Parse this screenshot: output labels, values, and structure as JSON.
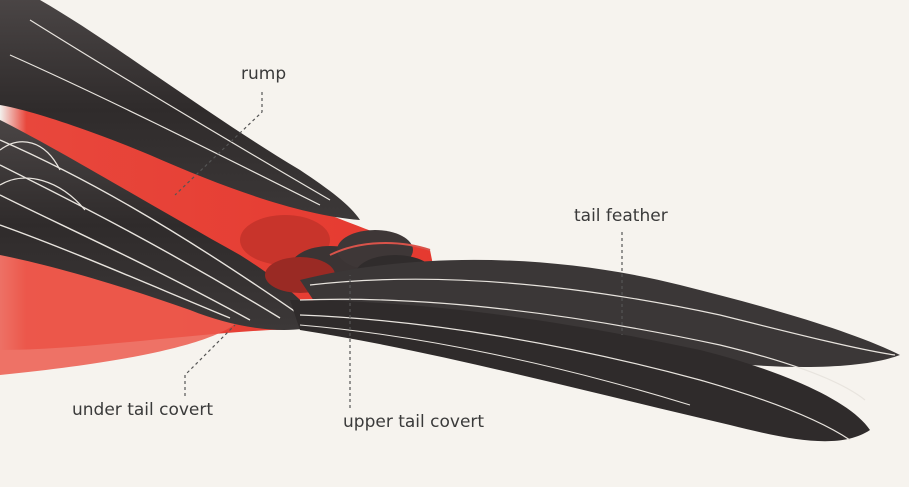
{
  "labels": {
    "rump": "rump",
    "tail_feather": "tail feather",
    "under_tail_covert": "under tail covert",
    "upper_tail_covert": "upper tail covert"
  },
  "colors": {
    "background": "#f6f3ee",
    "plumage_red": "#e5392f",
    "plumage_black": "#3b3737",
    "feather_edge": "#e8e4de",
    "label_text": "#3a3a3a"
  }
}
